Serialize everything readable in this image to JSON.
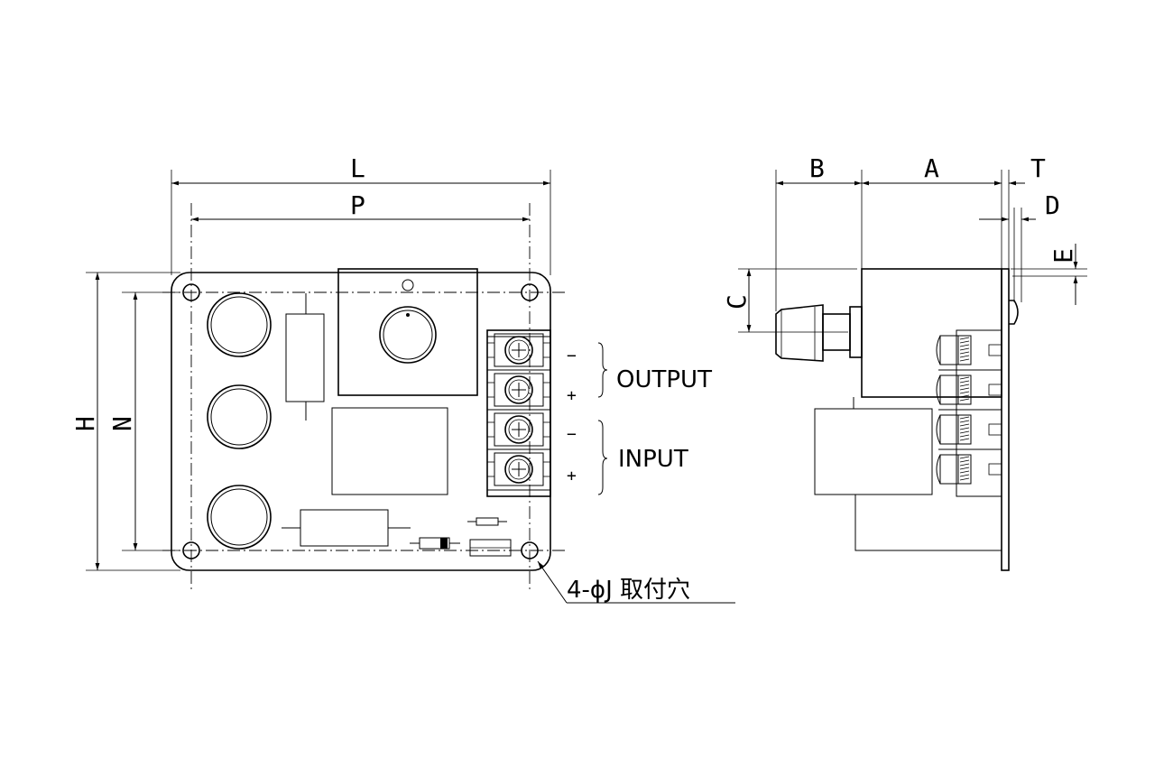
{
  "front_view": {
    "dim_L": "L",
    "dim_P": "P",
    "dim_H": "H",
    "dim_N": "N",
    "output_label": "OUTPUT",
    "input_label": "INPUT",
    "minus": "−",
    "plus": "+",
    "mounting_hole_note": "4-ϕJ 取付穴"
  },
  "side_view": {
    "dim_B": "B",
    "dim_A": "A",
    "dim_T": "T",
    "dim_D": "D",
    "dim_E": "E",
    "dim_C": "C"
  }
}
